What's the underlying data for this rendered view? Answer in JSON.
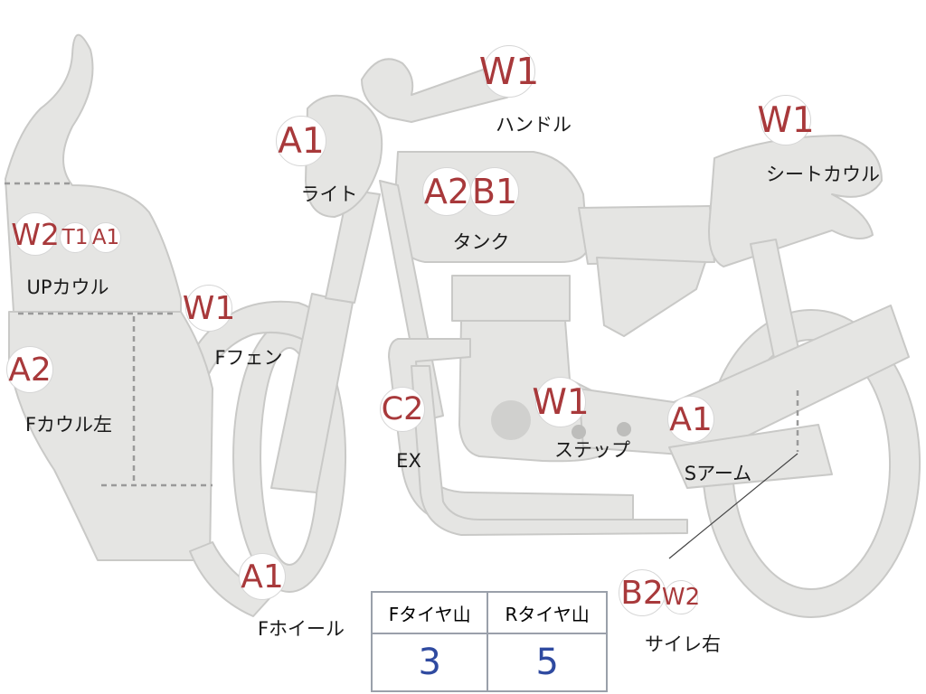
{
  "colors": {
    "part_fill": "#e5e5e3",
    "part_stroke": "#c9c9c7",
    "code_red": "#a8393b",
    "text": "#1a1a1a",
    "tire_value": "#2f4aa0",
    "dash": "#9a9a9a"
  },
  "parts": [
    {
      "id": "handle",
      "label": "ハンドル",
      "codes": [
        "W1"
      ]
    },
    {
      "id": "seat-cowl",
      "label": "シートカウル",
      "codes": [
        "W1"
      ]
    },
    {
      "id": "light",
      "label": "ライト",
      "codes": [
        "A1"
      ]
    },
    {
      "id": "tank",
      "label": "タンク",
      "codes": [
        "A2",
        "B1"
      ]
    },
    {
      "id": "up-cowl",
      "label": "UPカウル",
      "codes": [
        "W2",
        "T1",
        "A1"
      ]
    },
    {
      "id": "f-fender",
      "label": "Fフェン",
      "codes": [
        "W1"
      ]
    },
    {
      "id": "f-cowl-left",
      "label": "Fカウル左",
      "codes": [
        "A2"
      ]
    },
    {
      "id": "ex",
      "label": "EX",
      "codes": [
        "C2"
      ]
    },
    {
      "id": "step",
      "label": "ステップ",
      "codes": [
        "W1"
      ]
    },
    {
      "id": "s-arm",
      "label": "Sアーム",
      "codes": [
        "A1"
      ]
    },
    {
      "id": "f-wheel",
      "label": "Fホイール",
      "codes": [
        "A1"
      ]
    },
    {
      "id": "silencer-right",
      "label": "サイレ右",
      "codes": [
        "B2",
        "W2"
      ]
    }
  ],
  "tire_table": {
    "headers": [
      "Fタイヤ山",
      "Rタイヤ山"
    ],
    "values": [
      "3",
      "5"
    ]
  }
}
